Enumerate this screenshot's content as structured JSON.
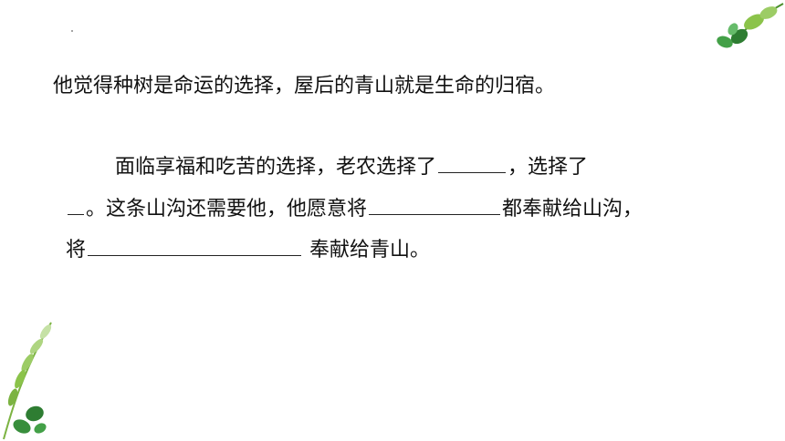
{
  "document": {
    "line1": "他觉得种树是命运的选择，屋后的青山就是生命的归宿。",
    "para2_part1": "面临享福和吃苦的选择，老农选择了",
    "para2_part2": "，选择了",
    "line3_part1": "。这条山沟还需要他，他愿意将",
    "line3_part2": "都奉献给山沟，",
    "line4_part1": "将",
    "line4_part2": " 奉献给青山。"
  },
  "decorations": {
    "leaf_color_dark": "#3f8f2a",
    "leaf_color_light": "#8bc34a",
    "icons": [
      "leaf-branch-top-right-icon",
      "leaf-branch-bottom-left-icon"
    ]
  }
}
